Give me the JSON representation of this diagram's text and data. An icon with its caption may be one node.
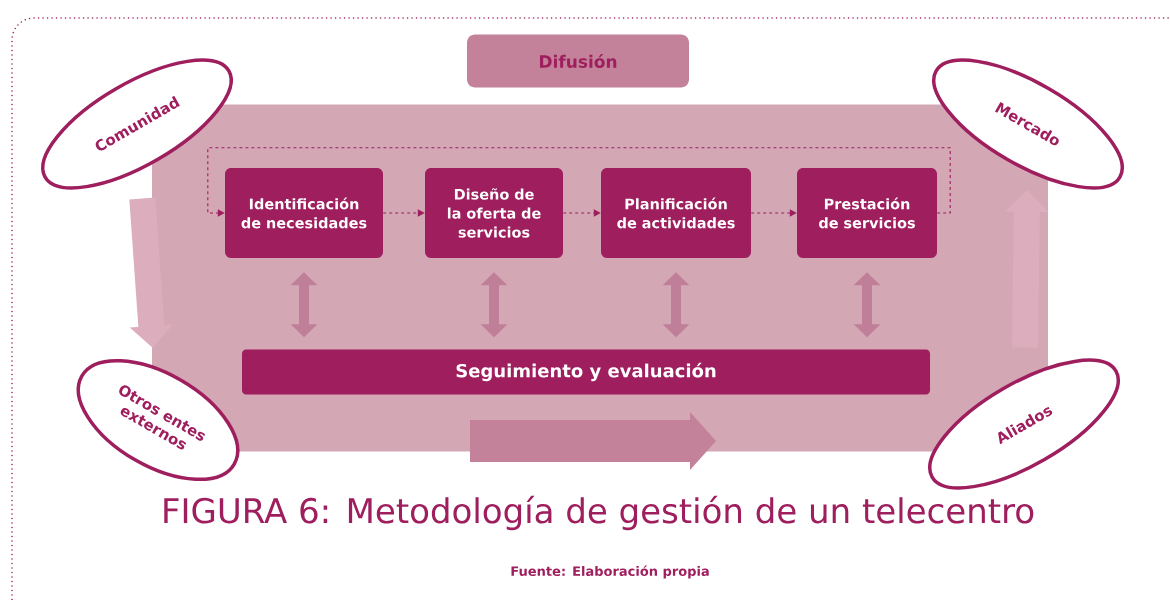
{
  "diagram": {
    "caption": "FIGURA 6: Metodología de gestión de un telecentro",
    "nodes": [
      {
        "text": [
          "Difusión"
        ]
      },
      {
        "text": [
          "Comunidad"
        ]
      },
      {
        "text": [
          "Mercado"
        ]
      },
      {
        "text": [],
        "shape": "box"
      },
      {
        "text": [
          "Identificación de necesidades"
        ],
        "in": 3
      },
      {
        "text": [
          "Diseño de la oferta de servicios"
        ],
        "in": 3
      },
      {
        "text": [
          "Planificación de actividades"
        ],
        "in": 3
      },
      {
        "text": [
          "Prestación de servicios"
        ],
        "in": 3
      },
      {
        "text": [
          "Seguimiento y evaluación"
        ],
        "in": 3
      },
      {
        "text": [
          "Otros entes externos"
        ]
      },
      {
        "text": [
          "Aliados"
        ]
      }
    ],
    "edges": [
      {
        "from": 4,
        "to": 5,
        "arrow": "to",
        "style": "dashed",
        "color": "#9e1e5e"
      },
      {
        "from": 5,
        "to": 6,
        "arrow": "to",
        "style": "dashed",
        "color": "#9e1e5e"
      },
      {
        "from": 6,
        "to": 7,
        "arrow": "to",
        "style": "dashed",
        "color": "#9e1e5e"
      },
      {
        "from": 7,
        "to": 4,
        "arrow": "to",
        "style": "dashed",
        "color": "#9e1e5e"
      },
      {
        "from": 4,
        "to": 8,
        "arrow": "both",
        "color": "#c07f98"
      },
      {
        "from": 5,
        "to": 8,
        "arrow": "both",
        "color": "#c07f98"
      },
      {
        "from": 6,
        "to": 8,
        "arrow": "both",
        "color": "#c07f98"
      },
      {
        "from": 7,
        "to": 8,
        "arrow": "both",
        "color": "#c07f98"
      },
      {
        "from": 1,
        "to": 9,
        "arrow": "to",
        "style": "thick",
        "color": "#dcaebd"
      },
      {
        "from": 10,
        "to": 2,
        "arrow": "to",
        "style": "thick",
        "color": "#dcaebd"
      }
    ],
    "labels": [
      "Fuente: Elaboración propia"
    ]
  }
}
